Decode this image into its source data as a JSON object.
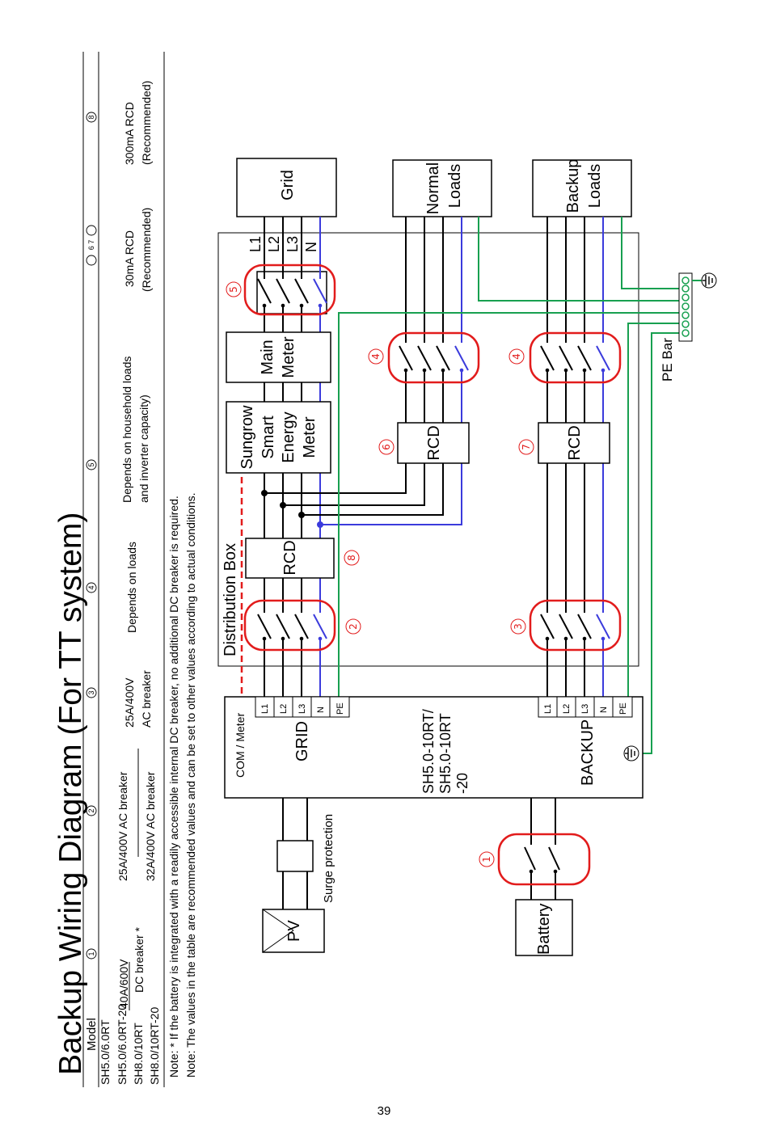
{
  "title": "Backup Wiring Diagram (For TT system)",
  "table": {
    "model_header": "Model",
    "column_numbers": [
      "1",
      "2",
      "3",
      "4",
      "5",
      "6 7",
      "8"
    ],
    "models": [
      "SH5.0/6.0RT",
      "SH5.0/6.0RT-20",
      "SH8.0/10RT",
      "SH8.0/10RT-20"
    ],
    "col1": {
      "value": "40A/600V",
      "label": "DC breaker *"
    },
    "col2": {
      "row1": "25A/400V AC breaker",
      "row2": "32A/400V AC breaker"
    },
    "col3": {
      "value": "25A/400V",
      "label": "AC breaker"
    },
    "col4": "Depends on loads",
    "col5": {
      "line1": "Depends on household loads",
      "line2": "and inverter capacity)"
    },
    "col67": {
      "line1": "30mA RCD",
      "line2": "(Recommended)"
    },
    "col8": {
      "line1": "300mA RCD",
      "line2": "(Recommended)"
    }
  },
  "notes": [
    "Note: * If the battery is integrated with a readily accessible internal DC breaker, no additional DC breaker is required.",
    "Note: The values in the table are recommended values and can be set to other values according to actual conditions."
  ],
  "diagram": {
    "grid_label": "Grid",
    "normal_loads": {
      "line1": "Normal",
      "line2": "Loads"
    },
    "backup_loads": {
      "line1": "Backup",
      "line2": "Loads"
    },
    "distribution_box": "Distribution Box",
    "main_meter": {
      "line1": "Main",
      "line2": "Meter"
    },
    "smart_meter": {
      "line1": "Sungrow",
      "line2": "Smart",
      "line3": "Energy",
      "line4": "Meter"
    },
    "rcd_label": "RCD",
    "phase_labels": [
      "L1",
      "L2",
      "L3",
      "N"
    ],
    "pe_bar": "PE Bar",
    "pv_label": "PV",
    "surge_label": "Surge protection",
    "battery_label": "Battery",
    "inverter": {
      "com_meter": "COM / Meter",
      "grid": "GRID",
      "backup": "BACKUP",
      "terminals": [
        "L1",
        "L2",
        "L3",
        "N",
        "PE"
      ],
      "model": {
        "line1": "SH5.0-10RT/",
        "line2": "SH5.0-10RT",
        "line3": "-20"
      }
    },
    "markers": [
      "1",
      "2",
      "3",
      "4",
      "4",
      "5",
      "6",
      "7",
      "8"
    ]
  },
  "page_number": "39",
  "colors": {
    "neutral": "#3b3bdc",
    "earth": "#18a050",
    "highlight": "#e21c1c",
    "comm": "#e21c1c"
  }
}
